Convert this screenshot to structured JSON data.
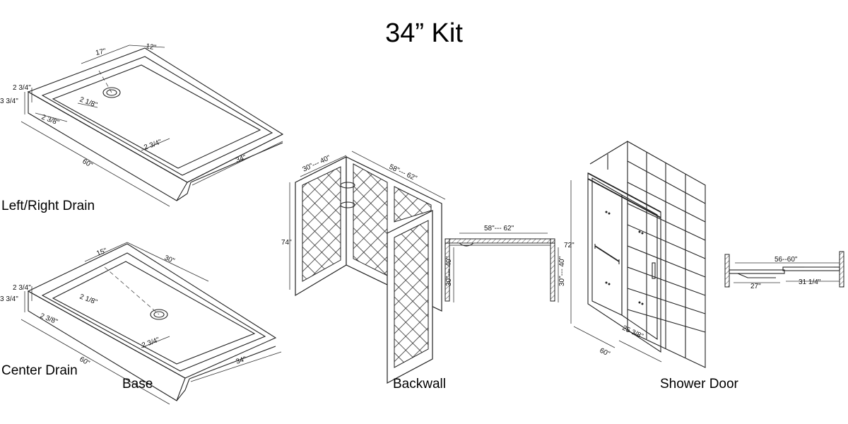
{
  "title": "34” Kit",
  "labels": {
    "left_right_drain": "Left/Right Drain",
    "center_drain": "Center Drain",
    "base": "Base",
    "backwall": "Backwall",
    "shower_door": "Shower Door"
  },
  "dims": {
    "lr": {
      "w17": "17\"",
      "w12": "12\"",
      "h234": "2 3/4\"",
      "h334": "3 3/4\"",
      "d218": "2 1/8\"",
      "d238": "2 3/8\"",
      "d234": "2 3/4\"",
      "l60": "60\"",
      "w34": "34\""
    },
    "cd": {
      "w15": "15\"",
      "w30": "30\"",
      "h234": "2 3/4\"",
      "h334": "3 3/4\"",
      "d218": "2 1/8\"",
      "d238": "2 3/8\"",
      "d234": "2 3/4\"",
      "l60": "60\"",
      "w34": "34\""
    },
    "bw": {
      "side": "30\"--- 40\"",
      "back": "58\"--- 62\"",
      "h74": "74\"",
      "plan_w": "58\"--- 62\"",
      "plan_l": "30\"--- 40\"",
      "plan_r": "30\"--- 40\""
    },
    "sd": {
      "h72": "72\"",
      "w60": "60\"",
      "d2538": "25 3/8\"",
      "plan_w": "56--60\"",
      "plan_27": "27\"",
      "plan_3114": "31 1/4\""
    }
  },
  "colors": {
    "line": "#222222",
    "background": "#ffffff"
  }
}
